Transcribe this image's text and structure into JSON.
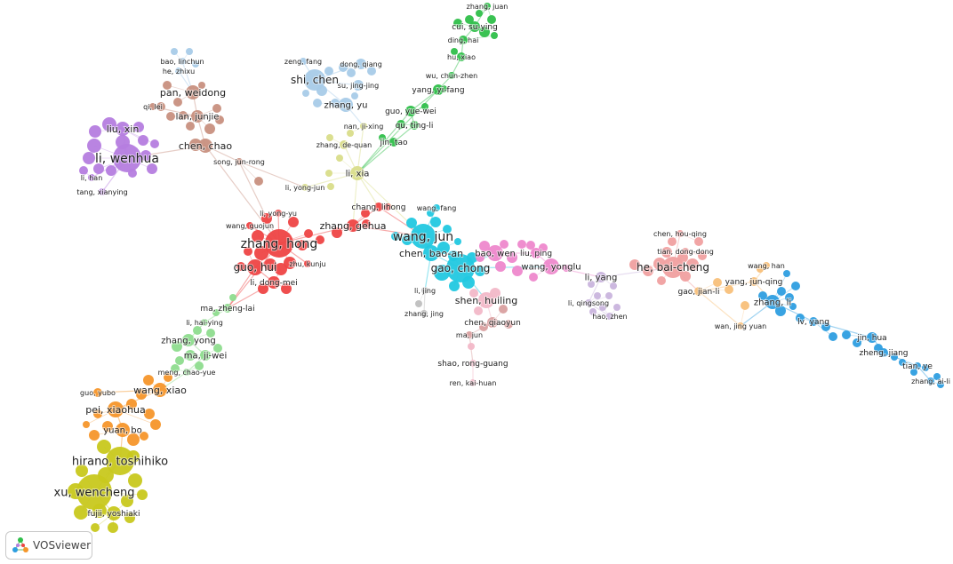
{
  "colors": {
    "red": "#ee4444",
    "cyan": "#22c8e0",
    "pink": "#ee88cc",
    "purple": "#b57ddf",
    "brown": "#c89080",
    "lightblue": "#a8cbe8",
    "green": "#2fbf4a",
    "lightyellow": "#d9dd8a",
    "salmon": "#f0a0a0",
    "lavender": "#c9b4dd",
    "blue": "#2e9ee0",
    "orange": "#f5962b",
    "lightgreen": "#8edc8e",
    "olive": "#c8c81e",
    "gray": "#bfbfbf",
    "lightorange": "#f8c07a",
    "palepink": "#f2b8c8",
    "rose": "#d9a0a0"
  },
  "network": {
    "labels": [
      {
        "text": "zhang, juan"
      },
      {
        "text": "cui, su-ying"
      },
      {
        "text": "ding, hai"
      },
      {
        "text": "hu, xiao"
      },
      {
        "text": "wu, chun-zhen"
      },
      {
        "text": "yang, yi-fang"
      },
      {
        "text": "guo, yue-wei"
      },
      {
        "text": "qu, ting-li"
      },
      {
        "text": "jin, tao"
      },
      {
        "text": "zeng, fang"
      },
      {
        "text": "dong, qiang"
      },
      {
        "text": "su, jing-jing"
      },
      {
        "text": "shi, chen"
      },
      {
        "text": "zhang, yu"
      },
      {
        "text": "nan, ji-xing"
      },
      {
        "text": "zhang, de-quan"
      },
      {
        "text": "li, xia"
      },
      {
        "text": "li, yong-jun"
      },
      {
        "text": "bao, linchun"
      },
      {
        "text": "he, zhixu"
      },
      {
        "text": "pan, weidong"
      },
      {
        "text": "qi, lei"
      },
      {
        "text": "lan, junjie"
      },
      {
        "text": "chen, chao"
      },
      {
        "text": "song, jun-rong"
      },
      {
        "text": "liu, xin"
      },
      {
        "text": "li, wenhua"
      },
      {
        "text": "li, han"
      },
      {
        "text": "tang, xianying"
      },
      {
        "text": "chang, lihong"
      },
      {
        "text": "wang, fang"
      },
      {
        "text": "li, yong-yu"
      },
      {
        "text": "wang, guojun"
      },
      {
        "text": "zhang, gehua"
      },
      {
        "text": "zhang, hong"
      },
      {
        "text": "wang, jun"
      },
      {
        "text": "chen, bao-an"
      },
      {
        "text": "gao, chong"
      },
      {
        "text": "bao, wen"
      },
      {
        "text": "liu, ping"
      },
      {
        "text": "wang, yonglu"
      },
      {
        "text": "zhu, kunju"
      },
      {
        "text": "guo, hui"
      },
      {
        "text": "li, dong-mei"
      },
      {
        "text": "li, jing"
      },
      {
        "text": "zhang, jing"
      },
      {
        "text": "shen, huiling"
      },
      {
        "text": "chen, qiaoyun"
      },
      {
        "text": "ma, jun"
      },
      {
        "text": "shao, rong-guang"
      },
      {
        "text": "ren, kai-huan"
      },
      {
        "text": "chen, hou-qing"
      },
      {
        "text": "tian, dong-dong"
      },
      {
        "text": "he, bai-cheng"
      },
      {
        "text": "li, yang"
      },
      {
        "text": "li, qingsong"
      },
      {
        "text": "hao, zhen"
      },
      {
        "text": "wang, han"
      },
      {
        "text": "yang, jun-qing"
      },
      {
        "text": "gao, jian-li"
      },
      {
        "text": "zhang, li"
      },
      {
        "text": "wan, jing yuan"
      },
      {
        "text": "lv, yang"
      },
      {
        "text": "jin, hua"
      },
      {
        "text": "zheng, jiang"
      },
      {
        "text": "tian, ye"
      },
      {
        "text": "zhang, ai-li"
      },
      {
        "text": "ma, zheng-lai"
      },
      {
        "text": "li, hai-ying"
      },
      {
        "text": "zhang, yong"
      },
      {
        "text": "ma, ji-wei"
      },
      {
        "text": "meng, chao-yue"
      },
      {
        "text": "wang, xiao"
      },
      {
        "text": "guo, yubo"
      },
      {
        "text": "pei, xiaohua"
      },
      {
        "text": "yuan, bo"
      },
      {
        "text": "hirano, toshihiko"
      },
      {
        "text": "xu, wencheng"
      },
      {
        "text": "fujii, yoshiaki"
      }
    ]
  },
  "brand": {
    "name": "VOSviewer",
    "logo_icon": "vosviewer-logo-icon"
  }
}
